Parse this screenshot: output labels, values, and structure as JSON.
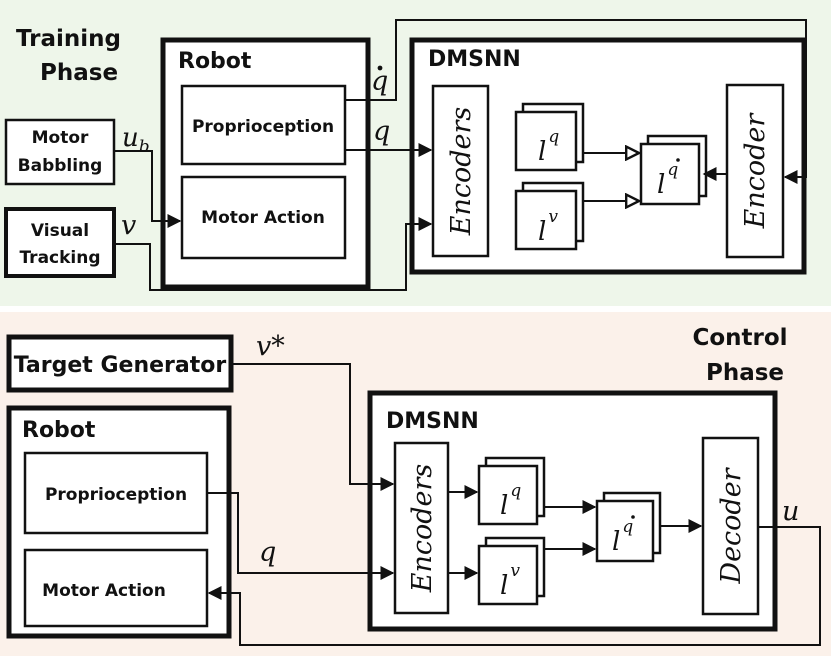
{
  "training": {
    "phase_line1": "Training",
    "phase_line2": "Phase",
    "motor_babbling_line1": "Motor",
    "motor_babbling_line2": "Babbling",
    "visual_tracking_line1": "Visual",
    "visual_tracking_line2": "Tracking",
    "robot_title": "Robot",
    "proprioception": "Proprioception",
    "motor_action": "Motor Action",
    "dmsnn_title": "DMSNN",
    "encoders": "Encoders",
    "encoder": "Encoder",
    "sym_ub": "u",
    "sym_ub_sub": "b",
    "sym_v": "v",
    "sym_q": "q",
    "sym_qdot": "q",
    "layer_lq": "l",
    "layer_lq_sup": "q",
    "layer_lv": "l",
    "layer_lv_sup": "v",
    "layer_lqdot": "l",
    "layer_lqdot_sup": "q"
  },
  "control": {
    "phase_line1": "Control",
    "phase_line2": "Phase",
    "target_generator": "Target Generator",
    "robot_title": "Robot",
    "proprioception": "Proprioception",
    "motor_action": "Motor Action",
    "dmsnn_title": "DMSNN",
    "encoders": "Encoders",
    "decoder": "Decoder",
    "sym_vstar": "v*",
    "sym_q": "q",
    "sym_u": "u",
    "layer_lq": "l",
    "layer_lq_sup": "q",
    "layer_lv": "l",
    "layer_lv_sup": "v",
    "layer_lqdot": "l",
    "layer_lqdot_sup": "q"
  },
  "colors": {
    "training_bg": "#eef6ea",
    "control_bg": "#fbf1ea",
    "stroke": "#111111"
  }
}
